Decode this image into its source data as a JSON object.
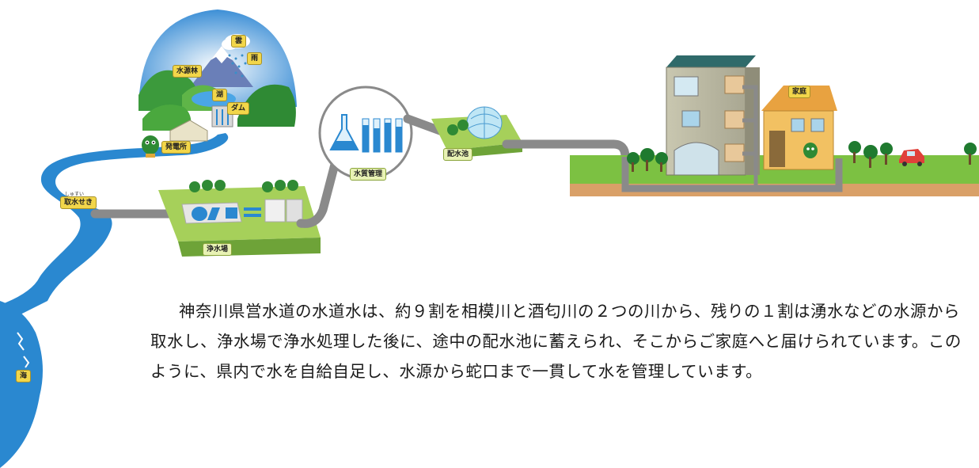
{
  "labels": {
    "cloud": "雲",
    "rain": "雨",
    "forest": "水源林",
    "lake": "湖",
    "dam": "ダム",
    "power": "発電所",
    "intake_ruby": "しゅすい",
    "intake": "取水せき",
    "purification": "浄水場",
    "quality": "水質管理",
    "reservoir": "配水池",
    "home": "家庭",
    "sea": "海"
  },
  "description": "神奈川県営水道の水道水は、約９割を相模川と酒匂川の２つの川から、残りの１割は湧水などの水源から取水し、浄水場で浄水処理した後に、途中の配水池に蓄えられ、そこからご家庭へと届けられています。このように、県内で水を自給自足し、水源から蛇口まで一貫して水を管理しています。",
  "colors": {
    "water": "#2a88d0",
    "grass": "#7cc142",
    "soil": "#d9a068",
    "pipe": "#8a8a8a",
    "label": "#f2d64a"
  }
}
